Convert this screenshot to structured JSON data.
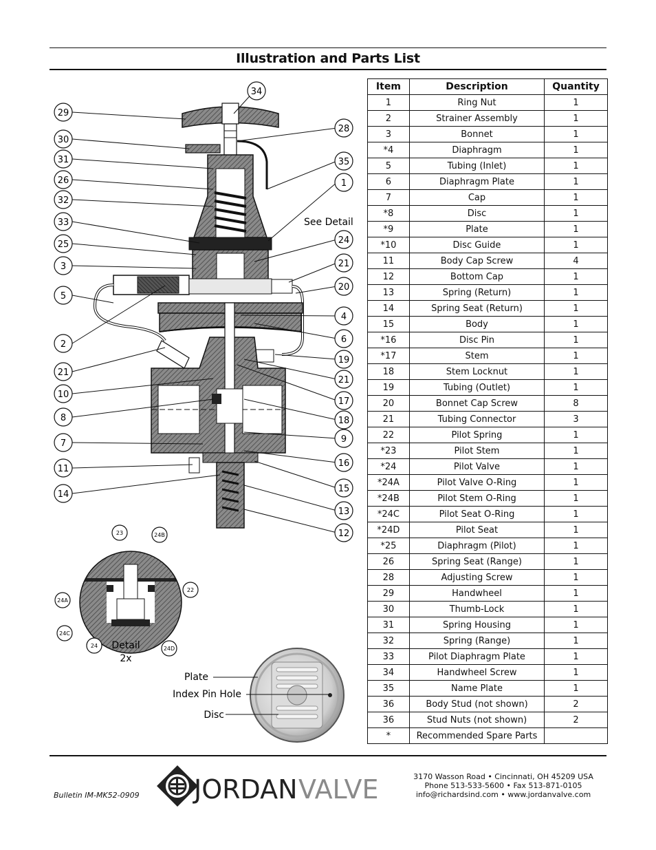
{
  "title": "Illustration and Parts List",
  "table": {
    "headers": [
      "Item",
      "Description",
      "Quantity"
    ],
    "rows": [
      [
        "1",
        "Ring Nut",
        "1"
      ],
      [
        "2",
        "Strainer Assembly",
        "1"
      ],
      [
        "3",
        "Bonnet",
        "1"
      ],
      [
        "*4",
        "Diaphragm",
        "1"
      ],
      [
        "5",
        "Tubing (Inlet)",
        "1"
      ],
      [
        "6",
        "Diaphragm Plate",
        "1"
      ],
      [
        "7",
        "Cap",
        "1"
      ],
      [
        "*8",
        "Disc",
        "1"
      ],
      [
        "*9",
        "Plate",
        "1"
      ],
      [
        "*10",
        "Disc Guide",
        "1"
      ],
      [
        "11",
        "Body Cap Screw",
        "4"
      ],
      [
        "12",
        "Bottom Cap",
        "1"
      ],
      [
        "13",
        "Spring (Return)",
        "1"
      ],
      [
        "14",
        "Spring Seat (Return)",
        "1"
      ],
      [
        "15",
        "Body",
        "1"
      ],
      [
        "*16",
        "Disc Pin",
        "1"
      ],
      [
        "*17",
        "Stem",
        "1"
      ],
      [
        "18",
        "Stem Locknut",
        "1"
      ],
      [
        "19",
        "Tubing (Outlet)",
        "1"
      ],
      [
        "20",
        "Bonnet Cap Screw",
        "8"
      ],
      [
        "21",
        "Tubing Connector",
        "3"
      ],
      [
        "22",
        "Pilot Spring",
        "1"
      ],
      [
        "*23",
        "Pilot Stem",
        "1"
      ],
      [
        "*24",
        "Pilot Valve",
        "1"
      ],
      [
        "*24A",
        "Pilot Valve O-Ring",
        "1"
      ],
      [
        "*24B",
        "Pilot Stem O-Ring",
        "1"
      ],
      [
        "*24C",
        "Pilot Seat O-Ring",
        "1"
      ],
      [
        "*24D",
        "Pilot Seat",
        "1"
      ],
      [
        "*25",
        "Diaphragm (Pilot)",
        "1"
      ],
      [
        "26",
        "Spring Seat (Range)",
        "1"
      ],
      [
        "28",
        "Adjusting Screw",
        "1"
      ],
      [
        "29",
        "Handwheel",
        "1"
      ],
      [
        "30",
        "Thumb-Lock",
        "1"
      ],
      [
        "31",
        "Spring Housing",
        "1"
      ],
      [
        "32",
        "Spring (Range)",
        "1"
      ],
      [
        "33",
        "Pilot Diaphragm Plate",
        "1"
      ],
      [
        "34",
        "Handwheel Screw",
        "1"
      ],
      [
        "35",
        "Name Plate",
        "1"
      ],
      [
        "36",
        "Body Stud (not shown)",
        "2"
      ],
      [
        "36",
        "Stud Nuts (not shown)",
        "2"
      ],
      [
        "*",
        "Recommended Spare Parts",
        ""
      ]
    ]
  },
  "figure": {
    "left_callouts": [
      "29",
      "30",
      "31",
      "26",
      "32",
      "33",
      "25",
      "3",
      "5",
      "2",
      "21",
      "10",
      "8",
      "7",
      "11",
      "14"
    ],
    "right_callouts": [
      "34",
      "28",
      "35",
      "1",
      "24",
      "21",
      "20",
      "4",
      "6",
      "19",
      "21",
      "17",
      "18",
      "9",
      "16",
      "15",
      "13",
      "12"
    ],
    "see_detail": "See Detail",
    "detail_callouts": [
      "23",
      "24B",
      "22",
      "24A",
      "24C",
      "24",
      "24D"
    ],
    "detail_label": "Detail",
    "detail_scale": "2x",
    "disc_labels": [
      "Plate",
      "Index Pin Hole",
      "Disc"
    ]
  },
  "footer": {
    "bulletin": "Bulletin IM-MK52-0909",
    "logo_primary": "JORDAN",
    "logo_secondary": "VALVE",
    "address": "3170 Wasson Road  •  Cincinnati, OH  45209  USA",
    "phone": "Phone 513-533-5600  •  Fax 513-871-0105",
    "web": "info@richardsind.com  •  www.jordanvalve.com"
  }
}
